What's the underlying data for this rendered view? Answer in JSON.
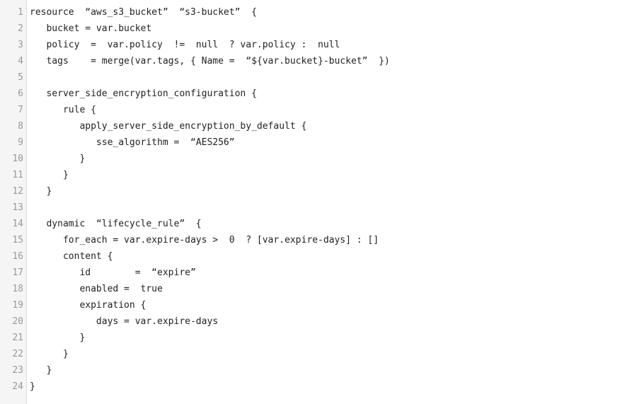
{
  "editor": {
    "lines": [
      {
        "num": "1",
        "text": "resource  “aws_s3_bucket”  “s3-bucket”  {"
      },
      {
        "num": "2",
        "text": "   bucket = var.bucket"
      },
      {
        "num": "3",
        "text": "   policy  =  var.policy  !=  null  ? var.policy :  null"
      },
      {
        "num": "4",
        "text": "   tags    = merge(var.tags, { Name =  “${var.bucket}-bucket”  })"
      },
      {
        "num": "5",
        "text": ""
      },
      {
        "num": "6",
        "text": "   server_side_encryption_configuration {"
      },
      {
        "num": "7",
        "text": "      rule {"
      },
      {
        "num": "8",
        "text": "         apply_server_side_encryption_by_default {"
      },
      {
        "num": "9",
        "text": "            sse_algorithm =  “AES256”"
      },
      {
        "num": "10",
        "text": "         }"
      },
      {
        "num": "11",
        "text": "      }"
      },
      {
        "num": "12",
        "text": "   }"
      },
      {
        "num": "13",
        "text": ""
      },
      {
        "num": "14",
        "text": "   dynamic  “lifecycle_rule”  {"
      },
      {
        "num": "15",
        "text": "      for_each = var.expire-days >  0  ? [var.expire-days] : []"
      },
      {
        "num": "16",
        "text": "      content {"
      },
      {
        "num": "17",
        "text": "         id        =  “expire”"
      },
      {
        "num": "18",
        "text": "         enabled =  true"
      },
      {
        "num": "19",
        "text": "         expiration {"
      },
      {
        "num": "20",
        "text": "            days = var.expire-days"
      },
      {
        "num": "21",
        "text": "         }"
      },
      {
        "num": "22",
        "text": "      }"
      },
      {
        "num": "23",
        "text": "   }"
      },
      {
        "num": "24",
        "text": "}"
      }
    ]
  }
}
